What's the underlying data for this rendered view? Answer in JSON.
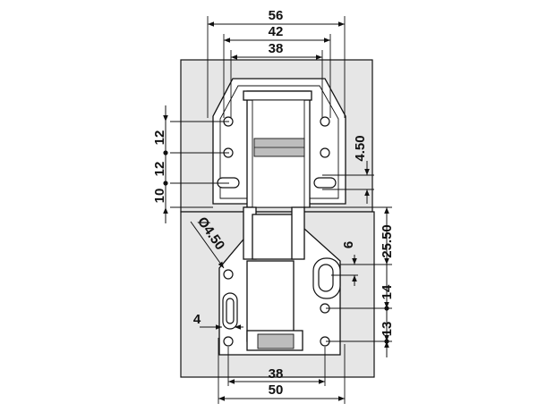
{
  "drawing": {
    "colors": {
      "line": "#111111",
      "plate_fill": "#e6e6e6",
      "part_fill": "#ffffff",
      "shade": "#bdbdbd"
    },
    "dims": {
      "top_overall": "56",
      "top_mid": "42",
      "top_inner": "38",
      "left_a": "12",
      "left_b": "12",
      "left_c": "10",
      "right_top_offset": "4.50",
      "hole_diameter": "Ø4.50",
      "slot_width": "6",
      "right_overall": "25.50",
      "right_mid": "14",
      "right_low": "13",
      "left_slot_offset": "4",
      "bottom_inner": "38",
      "bottom_outer": "50"
    }
  }
}
